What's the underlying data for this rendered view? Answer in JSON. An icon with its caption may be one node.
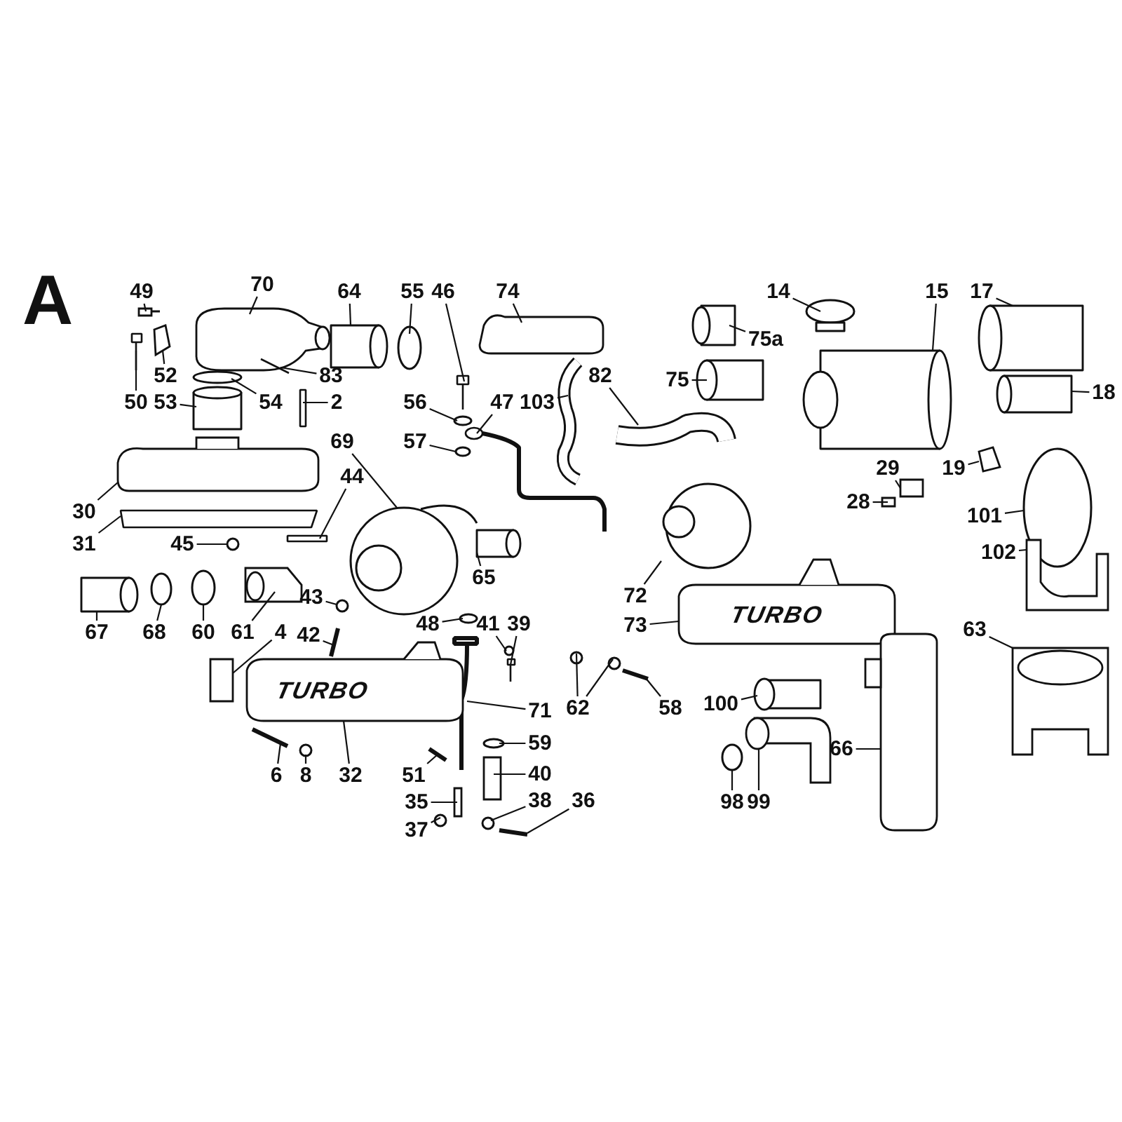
{
  "diagram": {
    "nodes": [
      {
        "text": [
          "49"
        ]
      },
      {
        "text": [
          "70"
        ]
      },
      {
        "text": [
          "64"
        ]
      },
      {
        "text": [
          "55"
        ]
      },
      {
        "text": [
          "46"
        ]
      },
      {
        "text": [
          "74"
        ]
      },
      {
        "text": [
          "14"
        ]
      },
      {
        "text": [
          "15"
        ]
      },
      {
        "text": [
          "17"
        ]
      },
      {
        "text": [
          "75a"
        ]
      },
      {
        "text": [
          "52"
        ]
      },
      {
        "text": [
          "83"
        ]
      },
      {
        "text": [
          "50"
        ]
      },
      {
        "text": [
          "53"
        ]
      },
      {
        "text": [
          "54"
        ]
      },
      {
        "text": [
          "2"
        ]
      },
      {
        "text": [
          "56"
        ]
      },
      {
        "text": [
          "47"
        ]
      },
      {
        "text": [
          "103"
        ]
      },
      {
        "text": [
          "75"
        ]
      },
      {
        "text": [
          "82"
        ]
      },
      {
        "text": [
          "18"
        ]
      },
      {
        "text": [
          "57"
        ]
      },
      {
        "text": [
          "69"
        ]
      },
      {
        "text": [
          "44"
        ]
      },
      {
        "text": [
          "30"
        ]
      },
      {
        "text": [
          "31"
        ]
      },
      {
        "text": [
          "45"
        ]
      },
      {
        "text": [
          "19"
        ]
      },
      {
        "text": [
          "29"
        ]
      },
      {
        "text": [
          "28"
        ]
      },
      {
        "text": [
          "101"
        ]
      },
      {
        "text": [
          "102"
        ]
      },
      {
        "text": [
          "65"
        ]
      },
      {
        "text": [
          "72"
        ]
      },
      {
        "text": [
          "43"
        ]
      },
      {
        "text": [
          "73"
        ]
      },
      {
        "text": [
          "48"
        ]
      },
      {
        "text": [
          "41"
        ]
      },
      {
        "text": [
          "39"
        ]
      },
      {
        "text": [
          "67"
        ]
      },
      {
        "text": [
          "68"
        ]
      },
      {
        "text": [
          "60"
        ]
      },
      {
        "text": [
          "61"
        ]
      },
      {
        "text": [
          "4"
        ]
      },
      {
        "text": [
          "42"
        ]
      },
      {
        "text": [
          "63"
        ]
      },
      {
        "text": [
          "62"
        ]
      },
      {
        "text": [
          "58"
        ]
      },
      {
        "text": [
          "100"
        ]
      },
      {
        "text": [
          "71"
        ]
      },
      {
        "text": [
          "59"
        ]
      },
      {
        "text": [
          "51"
        ]
      },
      {
        "text": [
          "40"
        ]
      },
      {
        "text": [
          "66"
        ]
      },
      {
        "text": [
          "35"
        ]
      },
      {
        "text": [
          "38"
        ]
      },
      {
        "text": [
          "36"
        ]
      },
      {
        "text": [
          "37"
        ]
      },
      {
        "text": [
          "6"
        ]
      },
      {
        "text": [
          "8"
        ]
      },
      {
        "text": [
          "32"
        ]
      },
      {
        "text": [
          "98"
        ]
      },
      {
        "text": [
          "99"
        ]
      },
      {
        "text": [],
        "shape": "box"
      },
      {
        "text": [],
        "shape": "box"
      },
      {
        "text": [],
        "shape": "cylinder"
      },
      {
        "text": [],
        "shape": "circle"
      },
      {
        "text": [],
        "shape": "bar"
      },
      {
        "text": [],
        "shape": "box"
      },
      {
        "text": [],
        "shape": "circle"
      },
      {
        "text": [],
        "shape": "cylinder"
      },
      {
        "text": [],
        "shape": "cylinder"
      },
      {
        "text": [],
        "shape": "cylinder"
      },
      {
        "text": [],
        "shape": "box"
      },
      {
        "text": [],
        "shape": "bar"
      },
      {
        "text": [],
        "shape": "bar"
      },
      {
        "text": [],
        "shape": "cylinder"
      },
      {
        "text": [],
        "shape": "circle"
      },
      {
        "text": [],
        "shape": "bar"
      },
      {
        "text": [],
        "shape": "circle"
      },
      {
        "text": [],
        "shape": "bar"
      },
      {
        "text": [],
        "shape": "bar"
      },
      {
        "text": [],
        "shape": "cylinder"
      },
      {
        "text": [],
        "shape": "bar"
      },
      {
        "text": [],
        "shape": "cylinder"
      },
      {
        "text": [],
        "shape": "circle"
      },
      {
        "text": [],
        "shape": "circle"
      },
      {
        "text": [],
        "shape": "bar"
      },
      {
        "text": [],
        "shape": "box"
      },
      {
        "text": [],
        "shape": "bar"
      },
      {
        "text": [],
        "shape": "circle"
      },
      {
        "text": [],
        "shape": "box"
      },
      {
        "text": [],
        "shape": "box"
      },
      {
        "text": [],
        "shape": "box"
      },
      {
        "text": [],
        "shape": "circle"
      },
      {
        "text": [],
        "shape": "box"
      },
      {
        "text": [],
        "shape": "cylinder"
      },
      {
        "text": [],
        "shape": "circle"
      },
      {
        "text": [],
        "shape": "circle"
      },
      {
        "text": [
          "TURBO"
        ]
      },
      {
        "text": [],
        "shape": "circle"
      },
      {
        "text": [],
        "shape": "circle"
      },
      {
        "text": [],
        "shape": "bar"
      },
      {
        "text": [],
        "shape": "cylinder"
      },
      {
        "text": [],
        "shape": "circle"
      },
      {
        "text": [],
        "shape": "circle"
      },
      {
        "text": [],
        "shape": "box"
      },
      {
        "text": [],
        "shape": "box"
      },
      {
        "text": [],
        "shape": "bar"
      },
      {
        "text": [],
        "shape": "box"
      },
      {
        "text": [],
        "shape": "circle"
      },
      {
        "text": [],
        "shape": "circle"
      },
      {
        "text": [],
        "shape": "bar"
      },
      {
        "text": [],
        "shape": "cylinder"
      },
      {
        "text": [],
        "shape": "bar"
      },
      {
        "text": [],
        "shape": "circle"
      },
      {
        "text": [],
        "shape": "bar"
      },
      {
        "text": [],
        "shape": "box"
      },
      {
        "text": [],
        "shape": "box"
      },
      {
        "text": [],
        "shape": "box"
      },
      {
        "text": [],
        "shape": "circle"
      },
      {
        "text": [],
        "shape": "bar"
      },
      {
        "text": [],
        "shape": "circle"
      },
      {
        "text": [],
        "shape": "bar"
      },
      {
        "text": [],
        "shape": "circle"
      },
      {
        "text": [
          "TURBO"
        ]
      },
      {
        "text": [],
        "shape": "circle"
      },
      {
        "text": [],
        "shape": "box"
      }
    ],
    "edges": [
      {
        "from": 0,
        "to": 64,
        "arrow": "none"
      },
      {
        "from": 1,
        "to": 65,
        "arrow": "none"
      },
      {
        "from": 2,
        "to": 66,
        "arrow": "none"
      },
      {
        "from": 3,
        "to": 67,
        "arrow": "none"
      },
      {
        "from": 4,
        "to": 68,
        "arrow": "none"
      },
      {
        "from": 5,
        "to": 69,
        "arrow": "none"
      },
      {
        "from": 6,
        "to": 70,
        "arrow": "none"
      },
      {
        "from": 7,
        "to": 71,
        "arrow": "none"
      },
      {
        "from": 8,
        "to": 72,
        "arrow": "none"
      },
      {
        "from": 9,
        "to": 73,
        "arrow": "none"
      },
      {
        "from": 10,
        "to": 74,
        "arrow": "none"
      },
      {
        "from": 11,
        "to": 75,
        "arrow": "none"
      },
      {
        "from": 12,
        "to": 76,
        "arrow": "none"
      },
      {
        "from": 13,
        "to": 77,
        "arrow": "none"
      },
      {
        "from": 14,
        "to": 78,
        "arrow": "none"
      },
      {
        "from": 15,
        "to": 79,
        "arrow": "none"
      },
      {
        "from": 16,
        "to": 80,
        "arrow": "none"
      },
      {
        "from": 17,
        "to": 81,
        "arrow": "none"
      },
      {
        "from": 18,
        "to": 82,
        "arrow": "none"
      },
      {
        "from": 19,
        "to": 83,
        "arrow": "none"
      },
      {
        "from": 20,
        "to": 84,
        "arrow": "none"
      },
      {
        "from": 21,
        "to": 85,
        "arrow": "none"
      },
      {
        "from": 22,
        "to": 86,
        "arrow": "none"
      },
      {
        "from": 23,
        "to": 87,
        "arrow": "none"
      },
      {
        "from": 24,
        "to": 88,
        "arrow": "none"
      },
      {
        "from": 25,
        "to": 89,
        "arrow": "none"
      },
      {
        "from": 26,
        "to": 90,
        "arrow": "none"
      },
      {
        "from": 27,
        "to": 91,
        "arrow": "none"
      },
      {
        "from": 28,
        "to": 92,
        "arrow": "none"
      },
      {
        "from": 29,
        "to": 93,
        "arrow": "none"
      },
      {
        "from": 30,
        "to": 94,
        "arrow": "none"
      },
      {
        "from": 31,
        "to": 95,
        "arrow": "none"
      },
      {
        "from": 32,
        "to": 96,
        "arrow": "none"
      },
      {
        "from": 33,
        "to": 97,
        "arrow": "none"
      },
      {
        "from": 34,
        "to": 98,
        "arrow": "none"
      },
      {
        "from": 35,
        "to": 99,
        "arrow": "none"
      },
      {
        "from": 36,
        "to": 100,
        "arrow": "none"
      },
      {
        "from": 37,
        "to": 101,
        "arrow": "none"
      },
      {
        "from": 38,
        "to": 102,
        "arrow": "none"
      },
      {
        "from": 39,
        "to": 103,
        "arrow": "none"
      },
      {
        "from": 40,
        "to": 104,
        "arrow": "none"
      },
      {
        "from": 41,
        "to": 105,
        "arrow": "none"
      },
      {
        "from": 42,
        "to": 106,
        "arrow": "none"
      },
      {
        "from": 43,
        "to": 107,
        "arrow": "none"
      },
      {
        "from": 44,
        "to": 108,
        "arrow": "none"
      },
      {
        "from": 45,
        "to": 109,
        "arrow": "none"
      },
      {
        "from": 46,
        "to": 110,
        "arrow": "none"
      },
      {
        "from": 47,
        "to": 111,
        "arrow": "none"
      },
      {
        "from": 47,
        "to": 112,
        "arrow": "none"
      },
      {
        "from": 48,
        "to": 113,
        "arrow": "none"
      },
      {
        "from": 49,
        "to": 114,
        "arrow": "none"
      },
      {
        "from": 50,
        "to": 115,
        "arrow": "none"
      },
      {
        "from": 51,
        "to": 116,
        "arrow": "none"
      },
      {
        "from": 52,
        "to": 117,
        "arrow": "none"
      },
      {
        "from": 53,
        "to": 118,
        "arrow": "none"
      },
      {
        "from": 54,
        "to": 119,
        "arrow": "none"
      },
      {
        "from": 55,
        "to": 120,
        "arrow": "none"
      },
      {
        "from": 56,
        "to": 121,
        "arrow": "none"
      },
      {
        "from": 57,
        "to": 122,
        "arrow": "none"
      },
      {
        "from": 58,
        "to": 123,
        "arrow": "none"
      },
      {
        "from": 59,
        "to": 124,
        "arrow": "none"
      },
      {
        "from": 60,
        "to": 125,
        "arrow": "none"
      },
      {
        "from": 61,
        "to": 126,
        "arrow": "none"
      },
      {
        "from": 62,
        "to": 127,
        "arrow": "none"
      },
      {
        "from": 63,
        "to": 128,
        "arrow": "none"
      }
    ],
    "labels": [
      "A"
    ]
  }
}
